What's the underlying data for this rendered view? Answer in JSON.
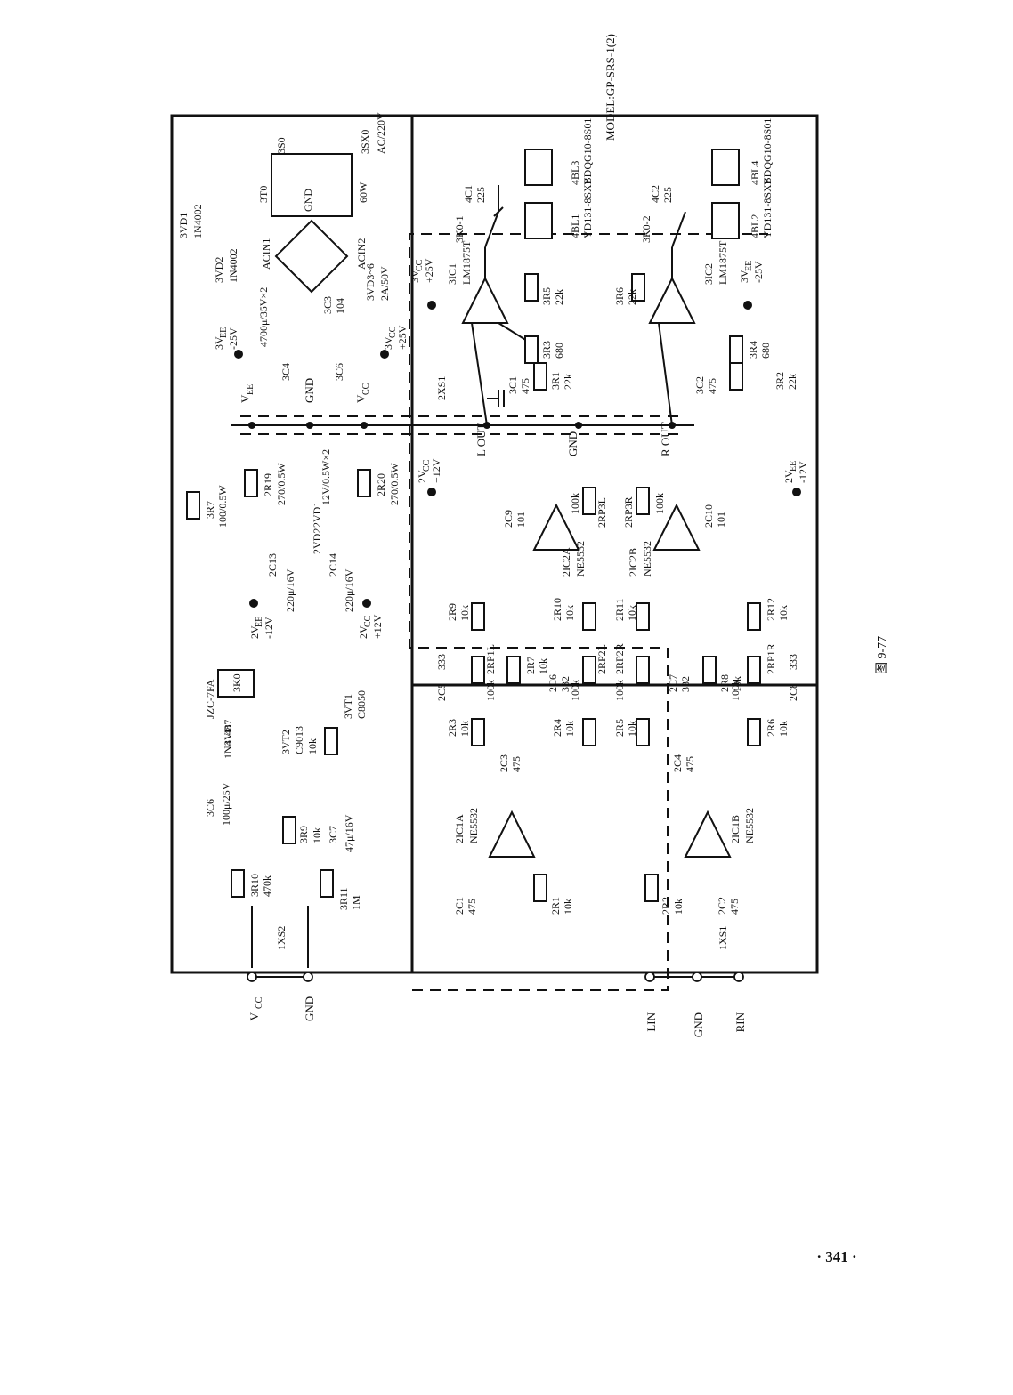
{
  "connectors": {
    "xs1_label": "1XS1",
    "xs2_label": "1XS2",
    "xs3_label": "2XS1",
    "l_in": "LIN",
    "gnd": "GND",
    "r_in": "RIN",
    "vcc_in": "V",
    "vcc_sub": "CC",
    "gnd_in": "GND"
  },
  "bus": {
    "vee": "V",
    "vee_sub": "EE",
    "gnd": "GND",
    "vcc": "V",
    "vcc_sub": "CC",
    "l_out": "L OUT",
    "gnd2": "GND",
    "r_out": "R OUT"
  },
  "power_amp": {
    "model": "MODEL:GP-SRS-1(2)",
    "ic1_ref": "3IC1",
    "ic1_type": "LM1875T",
    "ic2_ref": "3IC2",
    "ic2_type": "LM1875T",
    "vcc_label": "3V",
    "vcc_sub": "CC",
    "vcc_val": "+25V",
    "vee_label": "3V",
    "vee_sub": "EE",
    "vee_val": "-25V",
    "c1": "3C1",
    "c1_val": "475",
    "c2": "3C2",
    "c2_val": "475",
    "r1": "3R1",
    "r1_val": "22k",
    "r2": "3R2",
    "r2_val": "22k",
    "r3": "3R3",
    "r3_val": "680",
    "r4": "3R4",
    "r4_val": "680",
    "r5": "3R5",
    "r5_val": "22k",
    "r6": "3R6",
    "r6_val": "22k",
    "relay1": "3K0-1",
    "relay2": "3K0-2",
    "c41": "4C1",
    "c41_val": "225",
    "c42": "4C2",
    "c42_val": "225",
    "bl1": "4BL1",
    "bl1_type": "YD131-8SXB",
    "bl2": "4BL2",
    "bl2_type": "YD131-8SXB",
    "bl3": "4BL3",
    "bl3_type": "YDQG10-8S01",
    "bl4": "4BL4",
    "bl4_type": "YDQG10-8S01"
  },
  "supply": {
    "transformer": "3T0",
    "transformer_w": "60W",
    "plug": "3SX0",
    "ac": "AC/220V",
    "switch": "3S0",
    "gnd": "GND",
    "acin1": "ACIN1",
    "acin2": "ACIN2",
    "vd1": "3VD1",
    "vd1_type": "1N4002",
    "vd2": "3VD2",
    "vd2_type": "1N4002",
    "bridge": "3VD3~6",
    "bridge_val": "2A/50V",
    "c3": "3C3",
    "c3_val": "104",
    "c4": "3C4",
    "c6": "3C6",
    "filter_val": "4700μ/35V×2",
    "vee": "3V",
    "vee_sub": "EE",
    "vee_val": "-25V",
    "vcc": "3V",
    "vcc_sub": "CC",
    "vcc_val": "+25V"
  },
  "regulator": {
    "r19": "2R19",
    "r19_val": "270/0.5W",
    "r20": "2R20",
    "r20_val": "270/0.5W",
    "vd1": "2VD1",
    "vd2": "2VD2",
    "zener_val": "12V/0.5W×2",
    "c13": "2C13",
    "c13_val": "220μ/16V",
    "c14": "2C14",
    "c14_val": "220μ/16V",
    "vee": "2V",
    "vee_sub": "EE",
    "vee_val": "-12V",
    "vcc": "2V",
    "vcc_sub": "CC",
    "vcc_val": "+12V",
    "r7": "3R7",
    "r7_val": "100/0.5W"
  },
  "protection": {
    "relay": "3K0",
    "relay_type": "JZC-7FA",
    "vd7": "3VD7",
    "vd7_type": "1N4148",
    "vt1": "3VT1",
    "vt1_type": "C8050",
    "vt2": "3VT2",
    "vt2_type": "C9013",
    "r_10k": "10k",
    "c6": "3C6",
    "c6_val": "100μ/25V",
    "r9": "3R9",
    "r9_val": "10k",
    "c7": "3C7",
    "c7_val": "47μ/16V",
    "r10": "3R10",
    "r10_val": "470k",
    "r11": "3R11",
    "r11_val": "1M"
  },
  "preamp": {
    "ic1a": "2IC1A",
    "ic1a_type": "NE5532",
    "ic1b": "2IC1B",
    "ic1b_type": "NE5532",
    "ic2a": "2IC2A",
    "ic2a_type": "NE5532",
    "ic2b": "2IC2B",
    "ic2b_type": "NE5532",
    "vcc": "2V",
    "vcc_sub": "CC",
    "vcc_val": "+12V",
    "vee": "2V",
    "vee_sub": "EE",
    "vee_val": "-12V",
    "c1": "2C1",
    "c1_val": "475",
    "c2": "2C2",
    "c2_val": "475",
    "c3": "2C3",
    "c3_val": "475",
    "c4": "2C4",
    "c4_val": "475",
    "r1": "2R1",
    "r1_val": "10k",
    "r2": "2R2",
    "r2_val": "10k",
    "r3": "2R3",
    "r3_val": "10k",
    "r4": "2R4",
    "r4_val": "10k",
    "r5": "2R5",
    "r5_val": "10k",
    "r6": "2R6",
    "r6_val": "10k",
    "r7": "2R7",
    "r7_val": "10k",
    "r8": "2R8",
    "r8_val": "10k",
    "r9": "2R9",
    "r9_val": "10k",
    "r10": "2R10",
    "r10_val": "10k",
    "r11": "2R11",
    "r11_val": "10k",
    "r12": "2R12",
    "r12_val": "10k",
    "rp1l": "2RP1L",
    "rp1l_val": "100k",
    "rp2l": "2RP2L",
    "rp2l_val": "100k",
    "rp1r": "2RP1R",
    "rp1r_val": "100k",
    "rp2r": "2RP2R",
    "rp2r_val": "100k",
    "rp3l": "2RP3L",
    "rp3l_val": "100k",
    "rp3r": "2RP3R",
    "rp3r_val": "100k",
    "c5": "2C5",
    "c5_val": "333",
    "c6": "2C6",
    "c6_val": "332",
    "c7": "2C7",
    "c7_val": "332",
    "c8": "2C8",
    "c8_val": "333",
    "c9": "2C9",
    "c9_val": "101",
    "c10": "2C10",
    "c10_val": "101"
  },
  "page": {
    "figure": "图 9-77",
    "number": "· 341 ·"
  }
}
